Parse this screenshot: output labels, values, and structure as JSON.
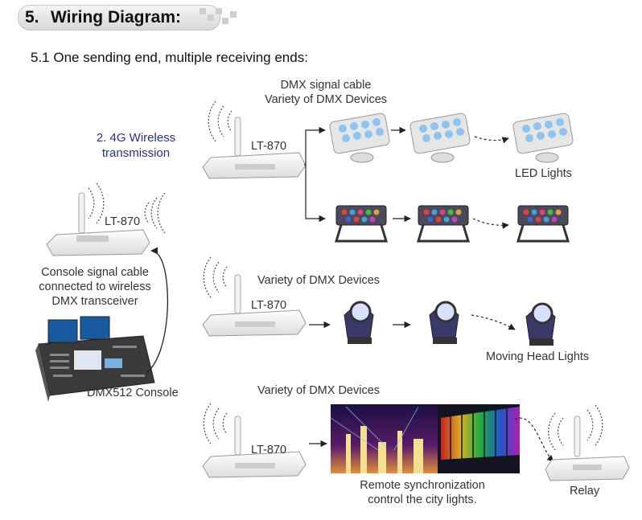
{
  "header": {
    "number": "5.",
    "title": "Wiring Diagram:"
  },
  "subtitle": "5.1  One sending end, multiple receiving ends:",
  "left": {
    "device_label": "LT-870",
    "cable_caption": [
      "Console signal cable",
      "connected to wireless",
      "DMX transceiver"
    ],
    "console_label": "DMX512 Console"
  },
  "wireless_label": [
    "2. 4G Wireless",
    "transmission"
  ],
  "row1": {
    "device_label": "LT-870",
    "caption": [
      "DMX signal cable",
      "Variety of DMX Devices"
    ],
    "lights_label": "LED Lights"
  },
  "row2": {
    "device_label": "LT-870",
    "caption": "Variety of DMX Devices",
    "lights_label": "Moving Head Lights"
  },
  "row3": {
    "device_label": "LT-870",
    "caption": "Variety of DMX Devices",
    "remote_caption": [
      "Remote synchronization",
      "control the city lights."
    ],
    "relay_label": "Relay"
  },
  "colors": {
    "header_bg": "#e2e2e2",
    "accent_text": "#2a2f8a",
    "line": "#222222"
  }
}
